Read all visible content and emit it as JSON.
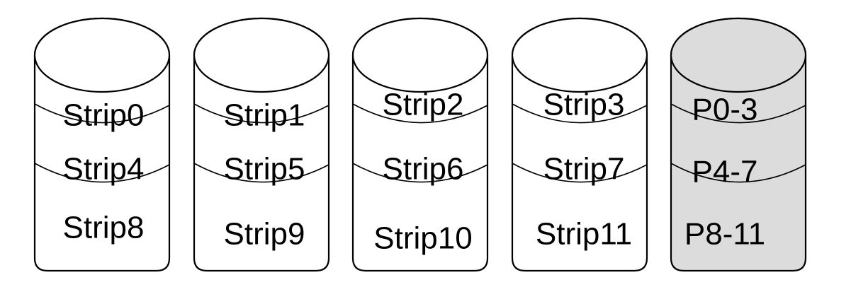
{
  "colors": {
    "data_disk_fill": "#ffffff",
    "parity_disk_fill": "#dcdcdc",
    "stroke": "#000000"
  },
  "disks": [
    {
      "type": "data",
      "labels": [
        "Strip0",
        "Strip4",
        "Strip8"
      ]
    },
    {
      "type": "data",
      "labels": [
        "Strip1",
        "Strip5",
        "Strip9"
      ]
    },
    {
      "type": "data",
      "labels": [
        "Strip2",
        "Strip6",
        "Strip10"
      ]
    },
    {
      "type": "data",
      "labels": [
        "Strip3",
        "Strip7",
        "Strip11"
      ]
    },
    {
      "type": "parity",
      "labels": [
        "P0-3",
        "P4-7",
        "P8-11"
      ]
    }
  ]
}
